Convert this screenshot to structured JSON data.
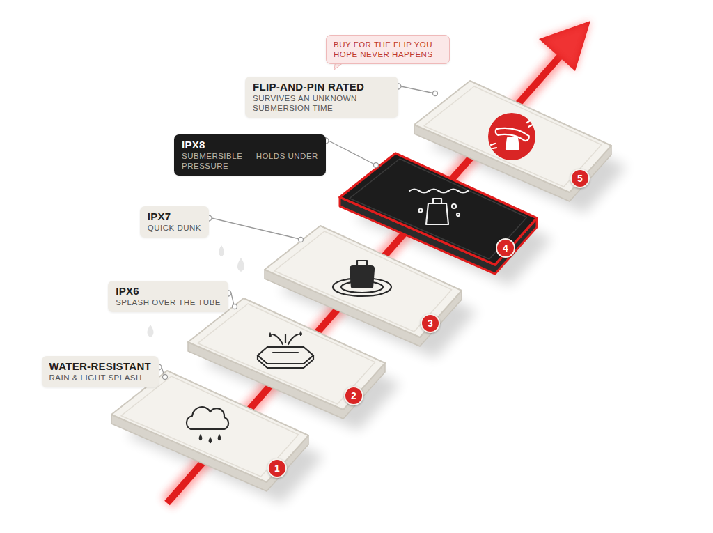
{
  "diagram": {
    "nodes": [
      {
        "text": [
          "BUY FOR THE FLIP YOU HOPE NEVER HAPPENS"
        ]
      },
      {
        "text": [
          "FLIP-AND-PIN RATED",
          "SURVIVES AN UNKNOWN SUBMERSION TIME"
        ]
      },
      {
        "text": [
          "IPX8",
          "SUBMERSIBLE — HOLDS UNDER PRESSURE"
        ]
      },
      {
        "text": [
          "IPX7",
          "QUICK DUNK"
        ]
      },
      {
        "text": [
          "IPX6",
          "SPLASH OVER THE TUBE"
        ]
      },
      {
        "text": [
          "WATER-RESISTANT",
          "RAIN & LIGHT SPLASH"
        ]
      },
      {
        "text": [
          "5"
        ]
      },
      {
        "text": [
          "4"
        ]
      },
      {
        "text": [
          "3"
        ]
      },
      {
        "text": [
          "2"
        ]
      },
      {
        "text": [
          "1"
        ]
      }
    ]
  }
}
